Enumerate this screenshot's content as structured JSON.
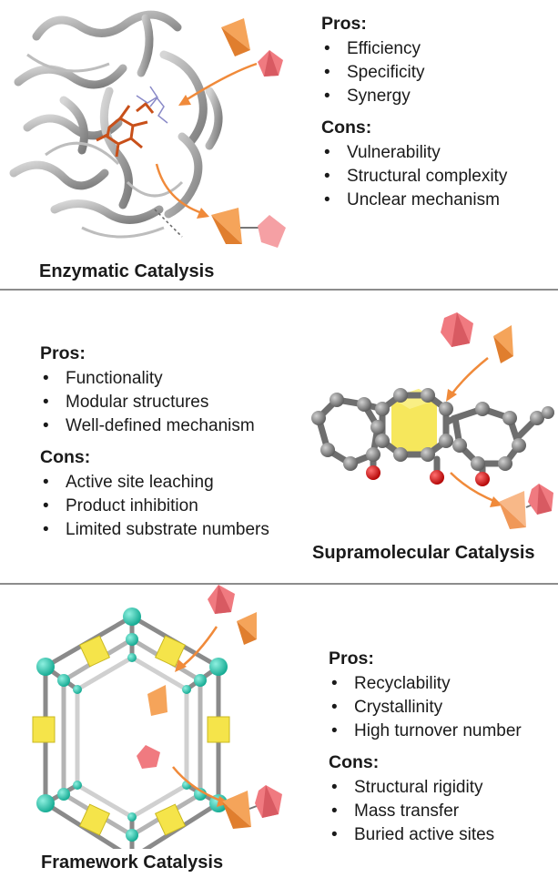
{
  "panels": [
    {
      "title": "Enzymatic Catalysis",
      "pros_heading": "Pros:",
      "pros": [
        "Efficiency",
        "Specificity",
        "Synergy"
      ],
      "cons_heading": "Cons:",
      "cons": [
        "Vulnerability",
        "Structural complexity",
        "Unclear mechanism"
      ]
    },
    {
      "title": "Supramolecular Catalysis",
      "pros_heading": "Pros:",
      "pros": [
        "Functionality",
        "Modular structures",
        "Well-defined mechanism"
      ],
      "cons_heading": "Cons:",
      "cons": [
        "Active site leaching",
        "Product inhibition",
        "Limited substrate numbers"
      ]
    },
    {
      "title": "Framework Catalysis",
      "pros_heading": "Pros:",
      "pros": [
        "Recyclability",
        "Crystallinity",
        "High turnover number"
      ],
      "cons_heading": "Cons:",
      "cons": [
        "Structural rigidity",
        "Mass transfer",
        "Buried active sites"
      ]
    }
  ],
  "colors": {
    "substrate_orange": "#f5a45a",
    "substrate_red": "#f07a80",
    "arrow": "#f08a3a",
    "protein_gray": "#9a9a9a",
    "heme": "#c8501a",
    "cage_yellow": "#f5e44a",
    "framework_teal": "#26c9b0",
    "oxygen_red": "#e02020",
    "divider": "#8c8c8c"
  }
}
